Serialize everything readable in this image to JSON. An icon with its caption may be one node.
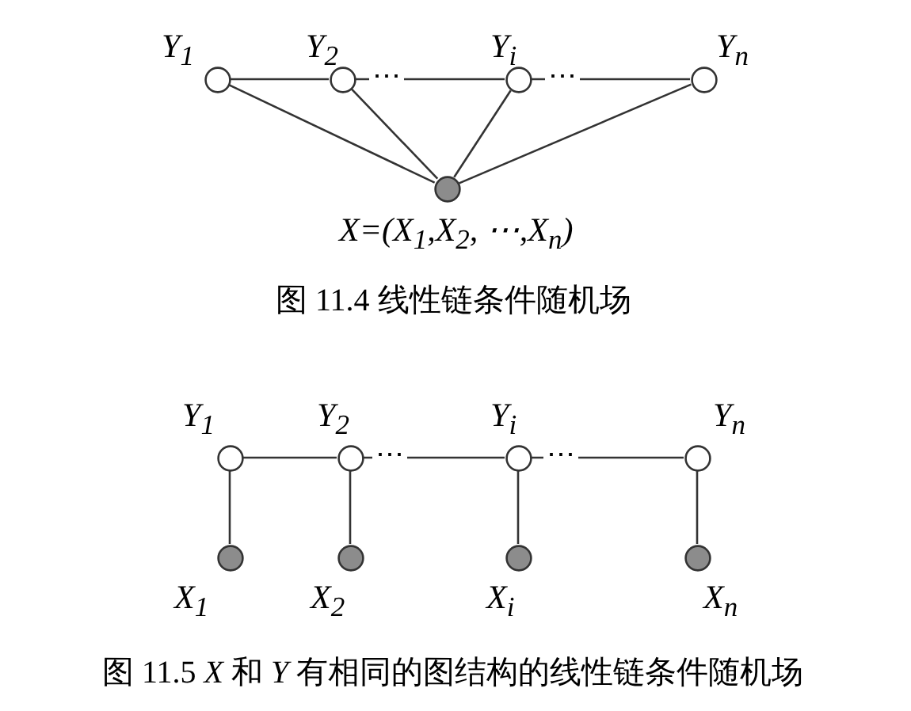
{
  "diagram": {
    "nodes": [
      {
        "text": [
          "Y$_{1}$"
        ]
      },
      {
        "text": [
          "Y$_{2}$"
        ]
      },
      {
        "text": [
          "Y$_{i}$"
        ]
      },
      {
        "text": [
          "Y$_{n}$"
        ]
      },
      {
        "text": [
          "X=(X$_{1}$,X$_{2}$, ⋯,X$_{n}$)"
        ]
      },
      {
        "text": [
          "Y$_{1}$"
        ]
      },
      {
        "text": [
          "Y$_{2}$"
        ]
      },
      {
        "text": [
          "Y$_{i}$"
        ]
      },
      {
        "text": [
          "Y$_{n}$"
        ]
      },
      {
        "text": [
          "X$_{1}$"
        ]
      },
      {
        "text": [
          "X$_{2}$"
        ]
      },
      {
        "text": [
          "X$_{i}$"
        ]
      },
      {
        "text": [
          "X$_{n}$"
        ]
      }
    ],
    "edges": [
      {
        "from": 0,
        "to": 1,
        "arrow": "none"
      },
      {
        "from": 1,
        "to": 2,
        "arrow": "none",
        "label": "⋯"
      },
      {
        "from": 2,
        "to": 3,
        "arrow": "none",
        "label": "⋯"
      },
      {
        "from": 0,
        "to": 4,
        "arrow": "none"
      },
      {
        "from": 1,
        "to": 4,
        "arrow": "none"
      },
      {
        "from": 2,
        "to": 4,
        "arrow": "none"
      },
      {
        "from": 3,
        "to": 4,
        "arrow": "none"
      },
      {
        "from": 5,
        "to": 6,
        "arrow": "none"
      },
      {
        "from": 6,
        "to": 7,
        "arrow": "none",
        "label": "⋯"
      },
      {
        "from": 7,
        "to": 8,
        "arrow": "none",
        "label": "⋯"
      },
      {
        "from": 5,
        "to": 9,
        "arrow": "none"
      },
      {
        "from": 6,
        "to": 10,
        "arrow": "none"
      },
      {
        "from": 7,
        "to": 11,
        "arrow": "none"
      },
      {
        "from": 8,
        "to": 12,
        "arrow": "none"
      }
    ],
    "labels": [
      "图 11.4 线性链条件随机场",
      "图 11.5 *X* 和 *Y* 有相同的图结构的线性链条件随机场"
    ]
  }
}
